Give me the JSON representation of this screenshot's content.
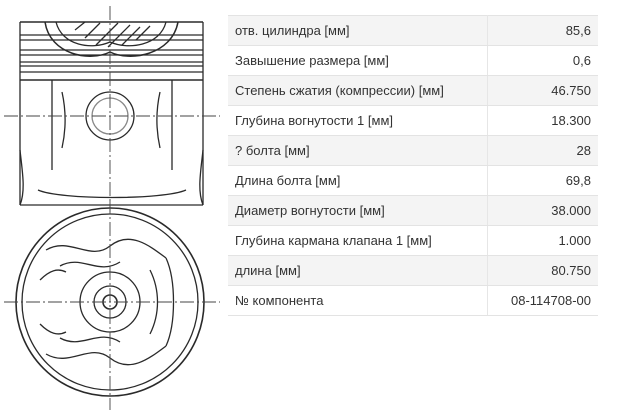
{
  "specs": [
    {
      "label": "отв. цилиндра [мм]",
      "value": "85,6"
    },
    {
      "label": "Завышение размера [мм]",
      "value": "0,6"
    },
    {
      "label": "Степень сжатия (компрессии) [мм]",
      "value": "46.750"
    },
    {
      "label": "Глубина вогнутости 1 [мм]",
      "value": "18.300"
    },
    {
      "label": "? болта [мм]",
      "value": "28"
    },
    {
      "label": "Длина болта [мм]",
      "value": "69,8"
    },
    {
      "label": "Диаметр вогнутости [мм]",
      "value": "38.000"
    },
    {
      "label": "Глубина кармана клапана 1 [мм]",
      "value": "1.000"
    },
    {
      "label": "длина [мм]",
      "value": "80.750"
    },
    {
      "label": "№ компонента",
      "value": "08-114708-00"
    }
  ],
  "colors": {
    "line": "#2a2a2a",
    "row_alt": "#f4f4f4",
    "text": "#333333"
  }
}
